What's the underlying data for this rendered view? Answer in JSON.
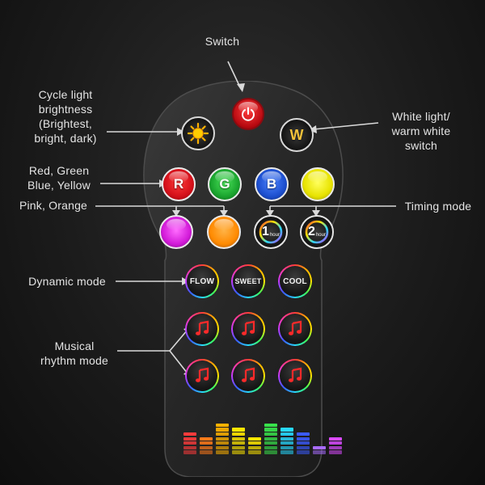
{
  "labels": {
    "switch": "Switch",
    "cycle_brightness": [
      "Cycle light",
      "brightness",
      "(Brightest,",
      "bright, dark)"
    ],
    "white_light": [
      "White light/",
      "warm white",
      "switch"
    ],
    "rgb": [
      "Red, Green",
      "Blue, Yellow"
    ],
    "pink_orange": "Pink, Orange",
    "timing": "Timing mode",
    "dynamic": "Dynamic mode",
    "musical": [
      "Musical",
      "rhythm mode"
    ]
  },
  "buttons": {
    "power_icon": "power-icon",
    "sun_icon": "sun-icon",
    "white": "W",
    "red": "R",
    "green": "G",
    "blue": "B",
    "timer_1": {
      "number": "1",
      "unit": "hour"
    },
    "timer_2": {
      "number": "2",
      "unit": "hour"
    },
    "flow": "FLOW",
    "sweet": "SWEET",
    "cool": "COOL",
    "music_icon": "music-note-icon"
  },
  "colors": {
    "red": "#e0121b",
    "green": "#20b534",
    "blue": "#1d4fcf",
    "yellow": "#f1f000",
    "pink": "#e12ee6",
    "orange": "#ff8a00",
    "line": "#d9d9d9"
  }
}
